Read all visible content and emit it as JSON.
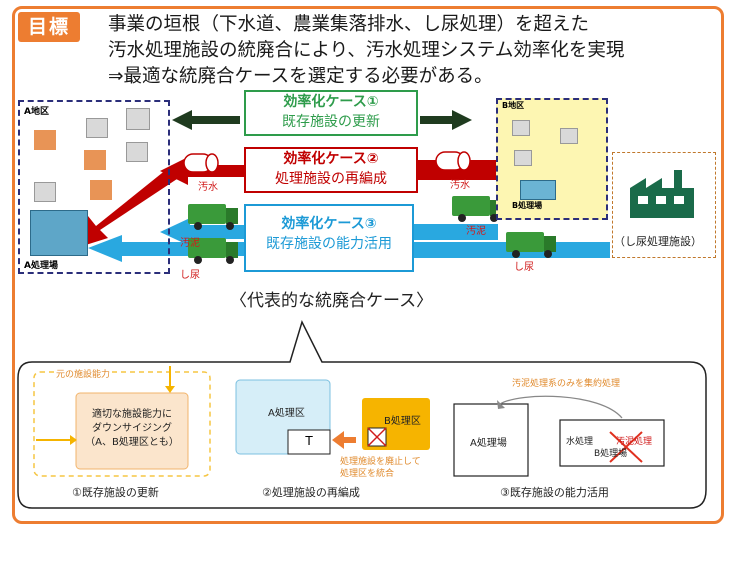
{
  "goal": {
    "badge": "目標",
    "line1": "事業の垣根（下水道、農業集落排水、し尿処理）を超えた",
    "line2": "汚水処理施設の統廃合により、汚水処理システム効率化を実現",
    "line3": "⇒最適な統廃合ケースを選定する必要がある。"
  },
  "areas": {
    "a_district": "A地区",
    "a_plant": "A処理場",
    "b_district": "B地区",
    "b_plant": "B処理場",
    "night_soil_plant": "（し尿処理施設）"
  },
  "cases": [
    {
      "title": "効率化ケース①",
      "subtitle": "既存施設の更新",
      "color": "#2e9c4b"
    },
    {
      "title": "効率化ケース②",
      "subtitle": "処理施設の再編成",
      "color": "#c00000"
    },
    {
      "title": "効率化ケース③",
      "subtitle": "既存施設の能力活用",
      "color": "#1c9ad6"
    }
  ],
  "flow_labels": {
    "sewage_left": "汚水",
    "sewage_right": "汚水",
    "sludge_left": "汚泥",
    "sludge_right": "汚泥",
    "night_soil_left": "し尿",
    "night_soil_right": "し尿"
  },
  "caption": "〈代表的な統廃合ケース〉",
  "details": {
    "case1": {
      "original_capacity": "元の施設能力",
      "box_text_1": "適切な施設能力に",
      "box_text_2": "ダウンサイジング",
      "box_text_3": "（A、B処理区とも）",
      "caption": "①既存施設の更新"
    },
    "case2": {
      "a_zone": "A処理区",
      "t_mark": "T",
      "b_zone": "B処理区",
      "note_1": "処理施設を廃止して",
      "note_2": "処理区を統合",
      "caption": "②処理施設の再編成"
    },
    "case3": {
      "top_note": "汚泥処理系のみを集約処理",
      "a_plant": "A処理場",
      "water_treatment": "水処理",
      "sludge_treatment": "汚泥処理",
      "b_plant": "B処理場",
      "caption": "③既存施設の能力活用"
    }
  },
  "colors": {
    "accent": "#ed7d31",
    "green": "#2e9c4b",
    "red": "#c00000",
    "blue": "#1c9ad6",
    "navy": "#2b2e7a"
  }
}
